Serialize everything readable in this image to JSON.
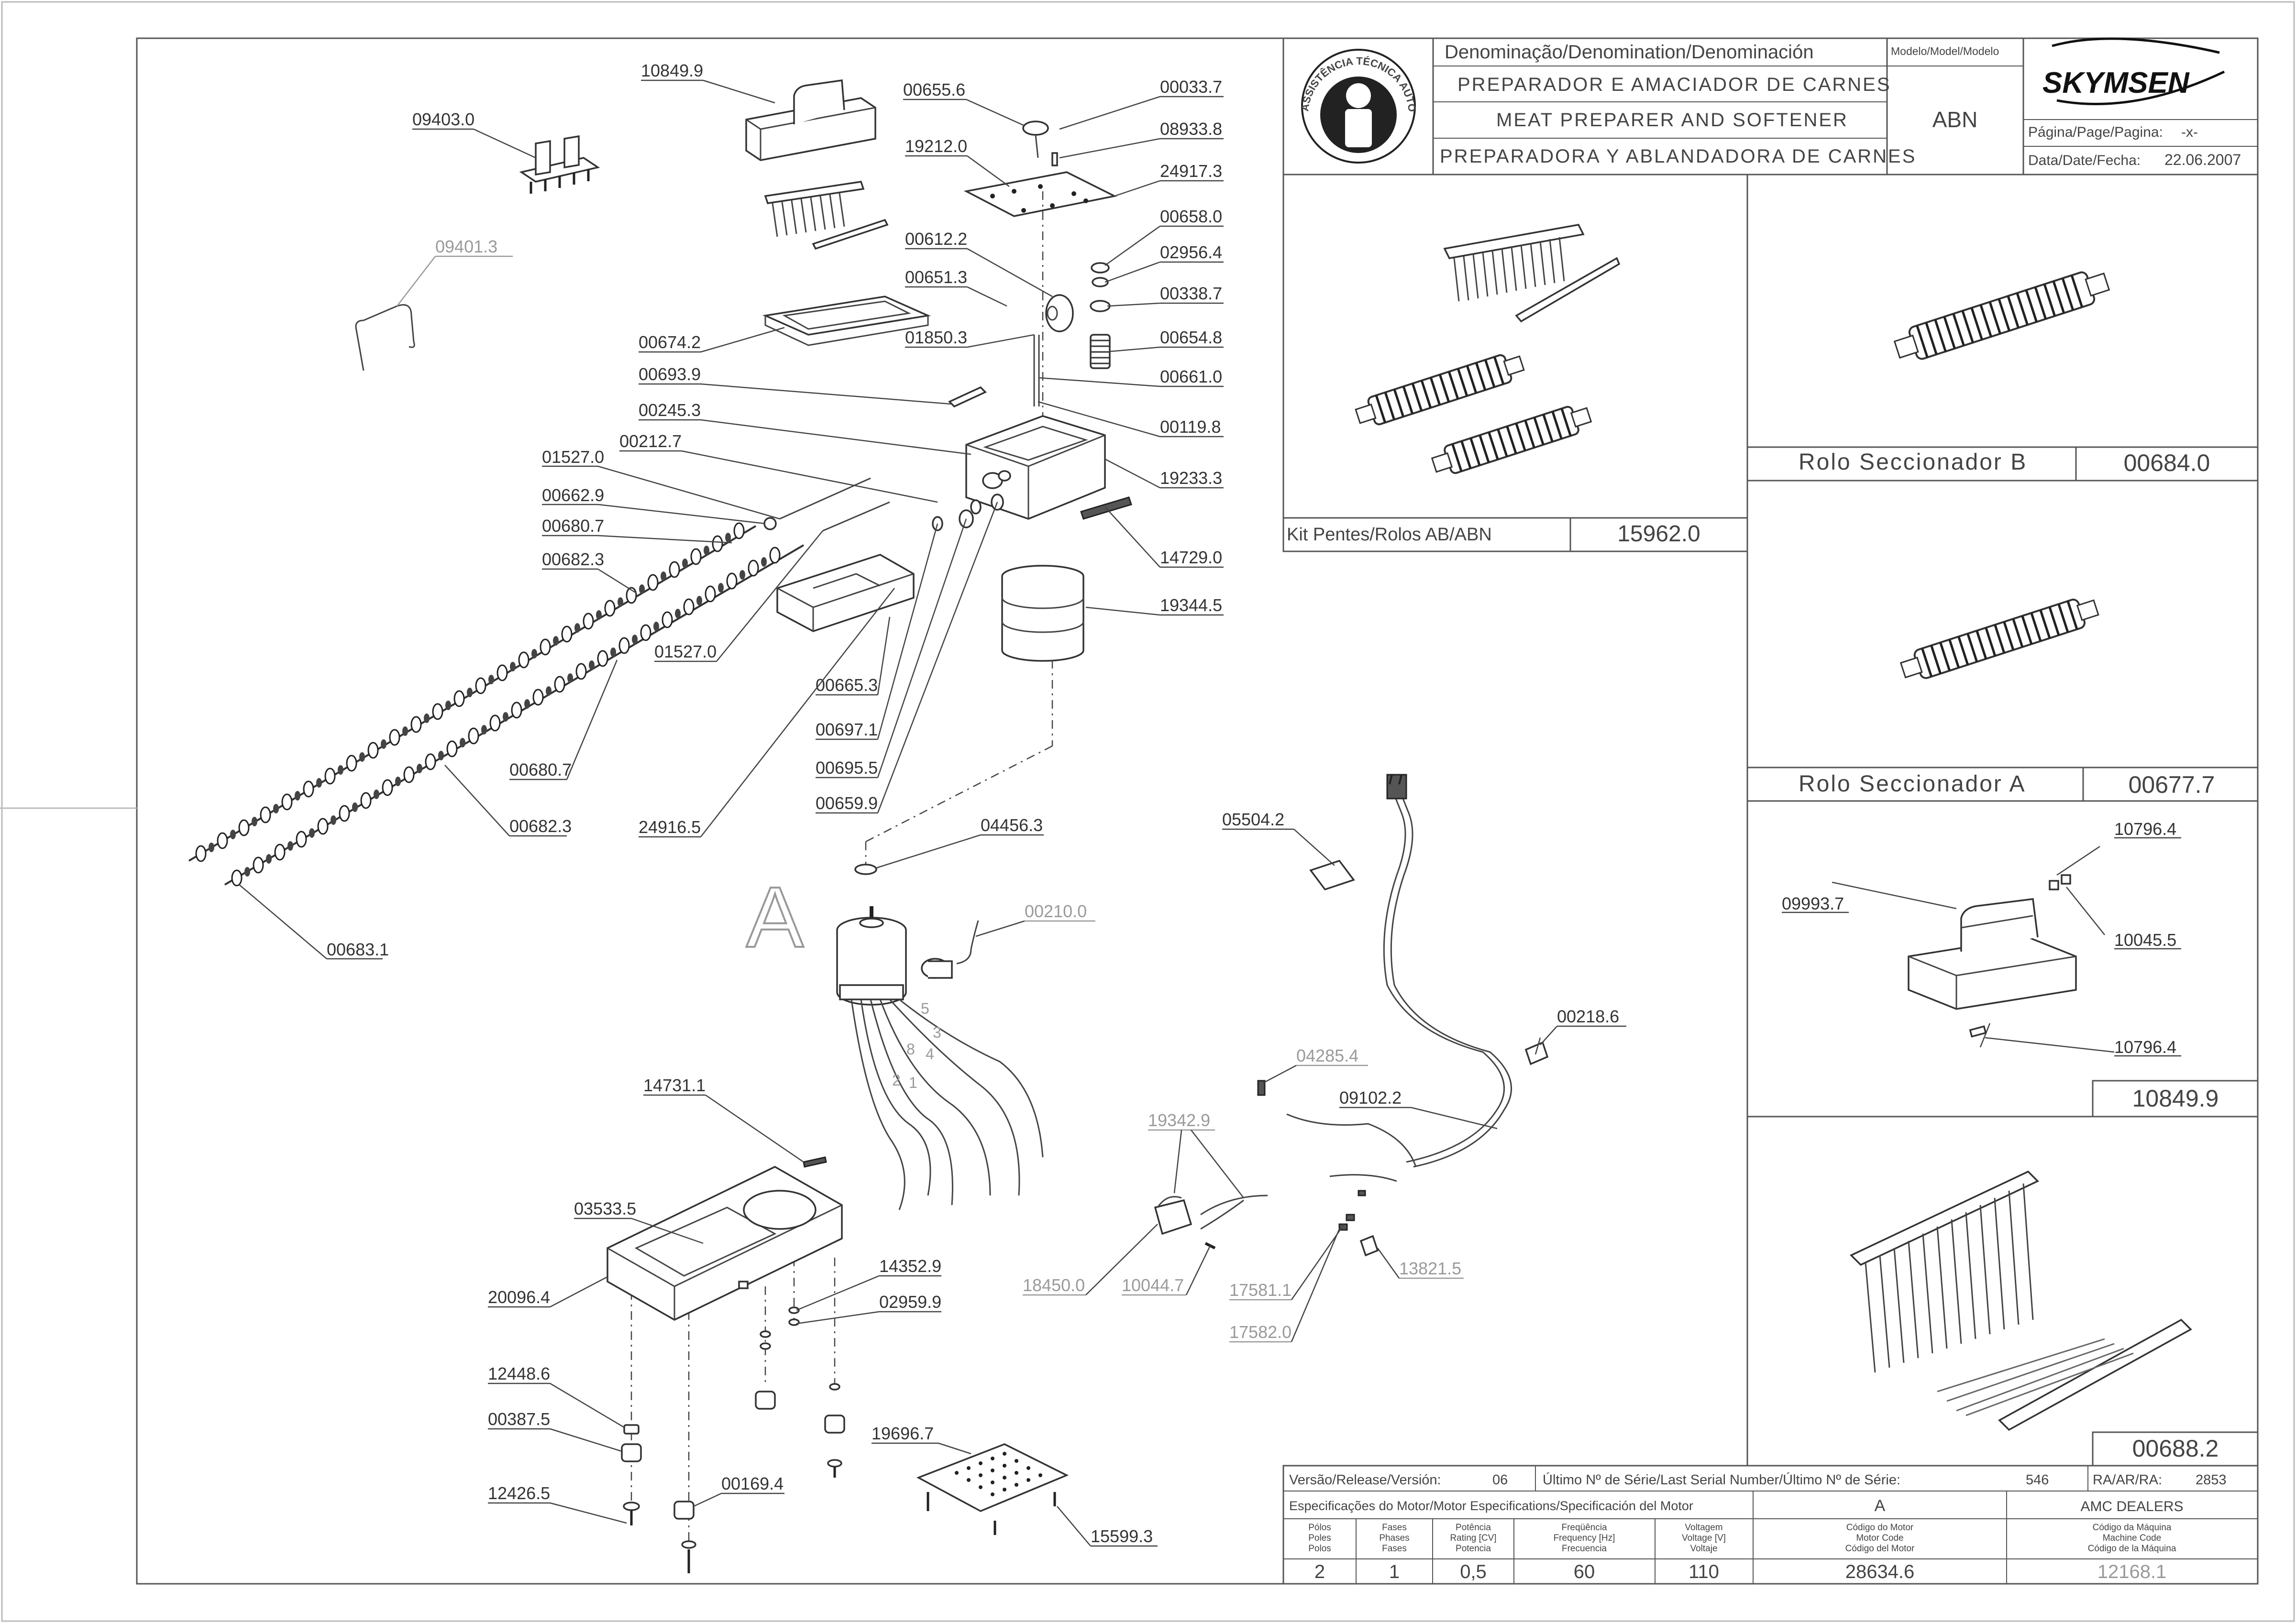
{
  "title_block": {
    "denomination_header": "Denominação/Denomination/Denominación",
    "model_header": "Modelo/Model/Modelo",
    "name_pt": "PREPARADOR E AMACIADOR DE CARNES",
    "name_en": "MEAT PREPARER AND SOFTENER",
    "name_es": "PREPARADORA Y ABLANDADORA DE CARNES",
    "model": "ABN",
    "brand": "SKYMSEN",
    "page_label": "Página/Page/Pagina:",
    "page_value": "-x-",
    "date_label": "Data/Date/Fecha:",
    "date_value": "22.06.2007",
    "stamp_text": "ASSISTÊNCIA TÉCNICA AUTORIZADA"
  },
  "kits": [
    {
      "name": "Kit Pentes/Rolos AB/ABN",
      "code": "15962.0"
    },
    {
      "name": "Rolo Seccionador B",
      "code": "00684.0"
    },
    {
      "name": "Rolo Seccionador A",
      "code": "00677.7"
    },
    {
      "name": "",
      "code": "10849.9"
    },
    {
      "name": "",
      "code": "00688.2"
    }
  ],
  "detail_parts": [
    "10796.4",
    "09993.7",
    "10045.5",
    "10796.4"
  ],
  "footer": {
    "version_label": "Versão/Release/Versión:",
    "version_value": "06",
    "serial_label": "Último Nº de Série/Last Serial Number/Último Nº de Série:",
    "serial_value": "546",
    "ra_label": "RA/AR/RA:",
    "ra_value": "2853",
    "motor_spec_label": "Especificações do Motor/Motor Especifications/Specificación del Motor",
    "motor_letter": "A",
    "dealer": "AMC DEALERS",
    "columns": [
      {
        "header": [
          "Pólos",
          "Poles",
          "Polos"
        ],
        "value": "2"
      },
      {
        "header": [
          "Fases",
          "Phases",
          "Fases"
        ],
        "value": "1"
      },
      {
        "header": [
          "Potência",
          "Rating [CV]",
          "Potencia"
        ],
        "value": "0,5"
      },
      {
        "header": [
          "Freqüência",
          "Frequency [Hz]",
          "Frecuencia"
        ],
        "value": "60"
      },
      {
        "header": [
          "Voltagem",
          "Voltage [V]",
          "Voltaje"
        ],
        "value": "110"
      },
      {
        "header": [
          "Código do Motor",
          "Motor Code",
          "Código del Motor"
        ],
        "value": "28634.6"
      },
      {
        "header": [
          "Código da Máquina",
          "Machine Code",
          "Código de la Máquina"
        ],
        "value": "12168.1"
      }
    ]
  },
  "callouts": [
    "10849.9",
    "09403.0",
    "09401.3",
    "00655.6",
    "00033.7",
    "08933.8",
    "19212.0",
    "24917.3",
    "00658.0",
    "00612.2",
    "02956.4",
    "00651.3",
    "00338.7",
    "01850.3",
    "00654.8",
    "00674.2",
    "00693.9",
    "00661.0",
    "00245.3",
    "00119.8",
    "00212.7",
    "01527.0",
    "19233.3",
    "00662.9",
    "00680.7",
    "14729.0",
    "00682.3",
    "19344.5",
    "01527.0",
    "00665.3",
    "00697.1",
    "00680.7",
    "00695.5",
    "00682.3",
    "24916.5",
    "00659.9",
    "04456.3",
    "00683.1",
    "00210.0",
    "05504.2",
    "00218.6",
    "04285.4",
    "09102.2",
    "14731.1",
    "19342.9",
    "03533.5",
    "14352.9",
    "20096.4",
    "02959.9",
    "18450.0",
    "10044.7",
    "17581.1",
    "13821.5",
    "17582.0",
    "12448.6",
    "00387.5",
    "19696.7",
    "12426.5",
    "00169.4",
    "15599.3"
  ],
  "view_letter": "A",
  "wire_numbers": [
    "5",
    "3",
    "4",
    "8",
    "2",
    "1"
  ]
}
